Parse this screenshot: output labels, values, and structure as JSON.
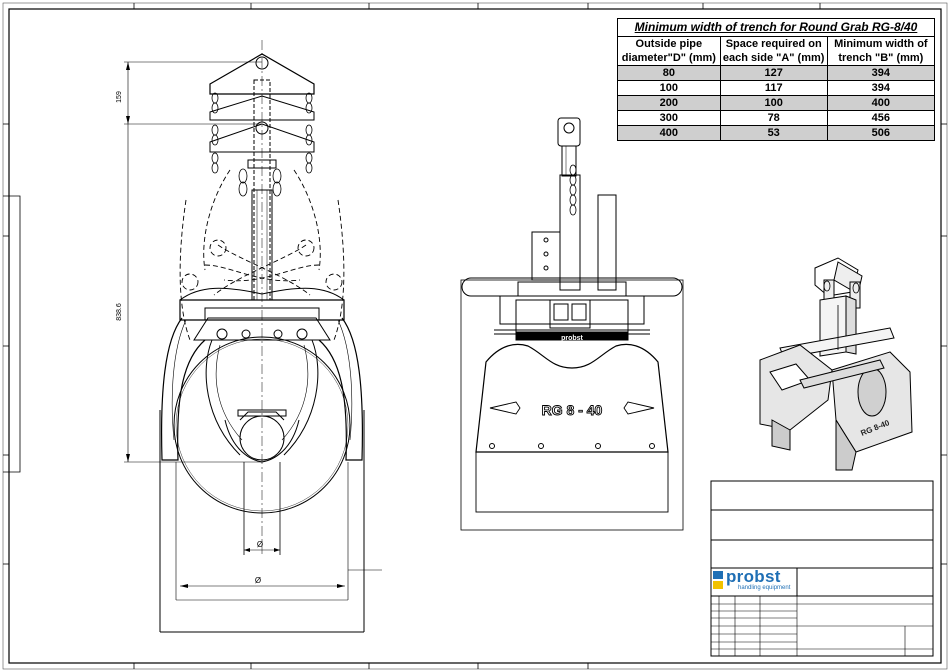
{
  "trench_table": {
    "title": "Minimum width of trench for Round Grab RG-8/40",
    "headers": [
      "Outside pipe diameter\"D\" (mm)",
      "Space required on each side \"A\" (mm)",
      "Minimum width of trench \"B\" (mm)"
    ],
    "rows": [
      [
        "80",
        "127",
        "394"
      ],
      [
        "100",
        "117",
        "394"
      ],
      [
        "200",
        "100",
        "400"
      ],
      [
        "300",
        "78",
        "456"
      ],
      [
        "400",
        "53",
        "506"
      ]
    ]
  },
  "dimensions": {
    "top_height": "159",
    "total_height": "838.6",
    "pipe_diameter": "Ø",
    "trench_width": "Ø"
  },
  "front_plate_label": "RG 8 - 40",
  "side_brand_label": "probst",
  "iso_plate_label": "RG 8-40",
  "logo": {
    "brand": "probst",
    "tagline": "handling equipment",
    "brand_color": "#1f6fb5",
    "accent_color": "#f2c200"
  }
}
